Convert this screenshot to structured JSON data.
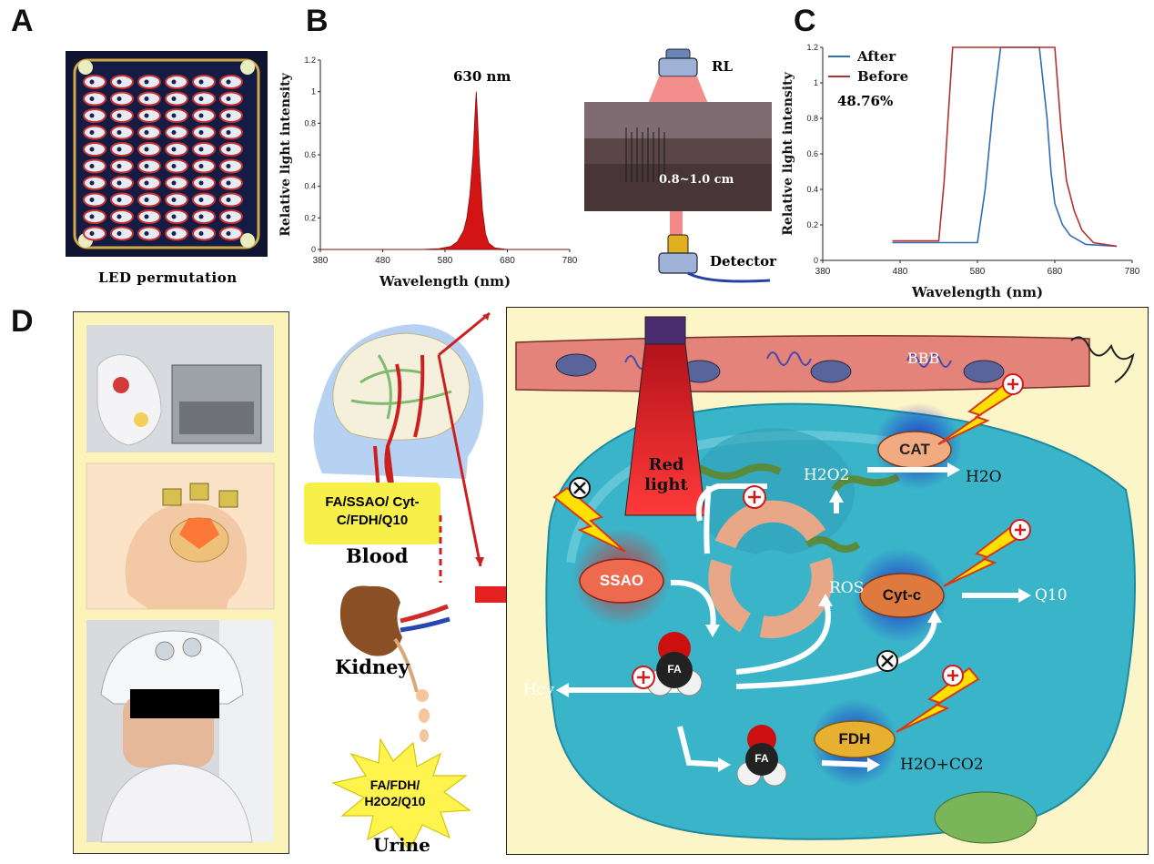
{
  "panels": {
    "a": "A",
    "b": "B",
    "c": "C",
    "d": "D"
  },
  "panel_a": {
    "caption": "LED permutation"
  },
  "panel_b": {
    "peak_label": "630 nm",
    "schematic": {
      "top_label": "RL",
      "bottom_label": "Detector",
      "thickness_label": "0.8~1.0 cm"
    }
  },
  "panel_c": {
    "percent_label": "48.76%"
  },
  "panel_d": {
    "markers": "FA/SSAO/ Cyt-C/FDH/Q10",
    "blood": "Blood",
    "kidney": "Kidney",
    "urine_markers_1": "FA/FDH/",
    "urine_markers_2": "H2O2/Q10",
    "urine": "Urine",
    "bbb": "BBB",
    "red_light_1": "Red",
    "red_light_2": "light",
    "ssao": "SSAO",
    "cat": "CAT",
    "cytc": "Cyt-c",
    "fdh": "FDH",
    "ros": "ROS",
    "hcy": "Hcy",
    "q10": "Q10",
    "fa": "FA",
    "h2o2": "H2O2",
    "h2o": "H2O",
    "h2oco2": "H2O+CO2"
  },
  "colors": {
    "red": "#cc1a1a",
    "blue_series": "#2f6db5",
    "red_series": "#b3312e",
    "cell": "#3ab4c9",
    "cell_edge": "#1e8aa0",
    "bbb": "#e4837a",
    "yellow_box": "#f7f04a"
  },
  "chart_data": [
    {
      "type": "area",
      "panel": "B",
      "title": "",
      "xlabel": "Wavelength (nm)",
      "ylabel": "Relative light intensity",
      "xlim": [
        380,
        780
      ],
      "ylim": [
        0,
        1.2
      ],
      "xticks": [
        380,
        480,
        580,
        680,
        780
      ],
      "yticks": [
        0.0,
        0.2,
        0.4,
        0.6,
        0.8,
        1.0,
        1.2
      ],
      "series": [
        {
          "x": [
            380,
            540,
            570,
            590,
            600,
            610,
            615,
            620,
            625,
            628,
            630,
            632,
            635,
            640,
            645,
            650,
            660,
            680,
            780
          ],
          "y": [
            0,
            0,
            0.005,
            0.02,
            0.05,
            0.12,
            0.2,
            0.35,
            0.6,
            0.85,
            1.0,
            0.85,
            0.55,
            0.25,
            0.1,
            0.04,
            0.01,
            0,
            0
          ]
        }
      ]
    },
    {
      "type": "line",
      "panel": "C",
      "title": "",
      "xlabel": "Wavelength (nm)",
      "ylabel": "Relative light intensity",
      "xlim": [
        380,
        780
      ],
      "ylim": [
        0,
        1.2
      ],
      "xticks": [
        380,
        480,
        580,
        680,
        780
      ],
      "yticks": [
        0.0,
        0.2,
        0.4,
        0.6,
        0.8,
        1.0,
        1.2
      ],
      "legend_position": "top-left",
      "series": [
        {
          "name": "After",
          "color": "#2f6db5",
          "x": [
            470,
            580,
            590,
            600,
            610,
            660,
            670,
            675,
            680,
            690,
            700,
            720,
            760
          ],
          "y": [
            0.1,
            0.1,
            0.4,
            0.85,
            1.2,
            1.2,
            0.8,
            0.5,
            0.32,
            0.2,
            0.14,
            0.09,
            0.08
          ]
        },
        {
          "name": "Before",
          "color": "#b3312e",
          "x": [
            470,
            530,
            537,
            542,
            548,
            555,
            680,
            688,
            695,
            705,
            715,
            730,
            760
          ],
          "y": [
            0.11,
            0.11,
            0.45,
            0.8,
            1.2,
            1.2,
            1.2,
            0.75,
            0.45,
            0.28,
            0.17,
            0.1,
            0.08
          ]
        }
      ]
    }
  ]
}
